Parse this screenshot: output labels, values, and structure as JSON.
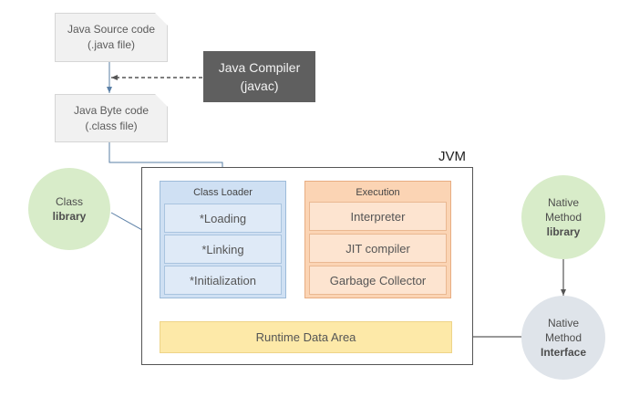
{
  "source_doc": {
    "line1": "Java Source code",
    "line2": "(.java file)"
  },
  "compiler": {
    "line1": "Java Compiler",
    "line2": "(javac)"
  },
  "byte_doc": {
    "line1": "Java Byte code",
    "line2": "(.class file)"
  },
  "jvm": {
    "title": "JVM"
  },
  "class_loader": {
    "title": "Class Loader",
    "items": [
      "*Loading",
      "*Linking",
      "*Initialization"
    ]
  },
  "execution": {
    "title": "Execution",
    "items": [
      "Interpreter",
      "JIT compiler",
      "Garbage Collector"
    ]
  },
  "runtime": {
    "label": "Runtime Data Area"
  },
  "class_library": {
    "line1": "Class",
    "line2": "library"
  },
  "native_library": {
    "line1": "Native",
    "line2": "Method",
    "line3": "library"
  },
  "native_interface": {
    "line1": "Native",
    "line2": "Method",
    "line3": "Interface"
  },
  "colors": {
    "compiler_bg": "#5f5f5f",
    "class_loader_bg": "#cfe0f3",
    "execution_bg": "#fbd4b4",
    "runtime_bg": "#fde9a8",
    "library_bg": "#d8ecc9",
    "interface_bg": "#dfe4ea"
  }
}
